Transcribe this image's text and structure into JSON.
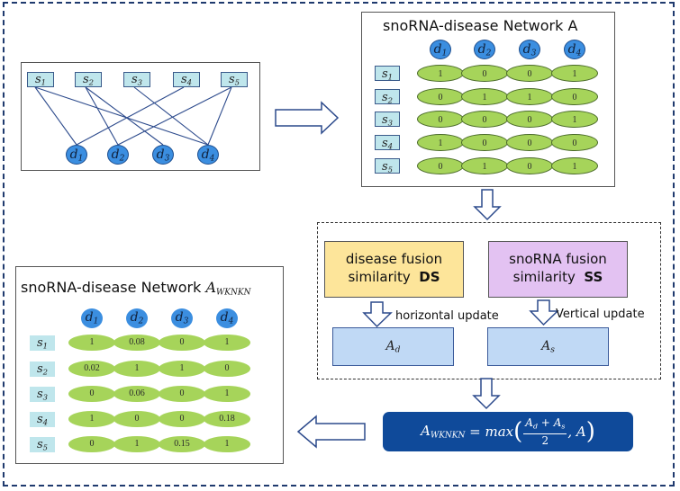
{
  "bipartite_graph": {
    "snornas": [
      {
        "base": "s",
        "sub": "1"
      },
      {
        "base": "s",
        "sub": "2"
      },
      {
        "base": "s",
        "sub": "3"
      },
      {
        "base": "s",
        "sub": "4"
      },
      {
        "base": "s",
        "sub": "5"
      }
    ],
    "diseases": [
      {
        "base": "d",
        "sub": "1"
      },
      {
        "base": "d",
        "sub": "2"
      },
      {
        "base": "d",
        "sub": "3"
      },
      {
        "base": "d",
        "sub": "4"
      }
    ],
    "edges": [
      [
        0,
        0
      ],
      [
        0,
        3
      ],
      [
        1,
        1
      ],
      [
        1,
        2
      ],
      [
        2,
        3
      ],
      [
        3,
        0
      ],
      [
        4,
        1
      ],
      [
        4,
        3
      ]
    ]
  },
  "network_a": {
    "title": "snoRNA-disease Network A",
    "col_headers": [
      {
        "base": "d",
        "sub": "1"
      },
      {
        "base": "d",
        "sub": "2"
      },
      {
        "base": "d",
        "sub": "3"
      },
      {
        "base": "d",
        "sub": "4"
      }
    ],
    "row_headers": [
      {
        "base": "s",
        "sub": "1"
      },
      {
        "base": "s",
        "sub": "2"
      },
      {
        "base": "s",
        "sub": "3"
      },
      {
        "base": "s",
        "sub": "4"
      },
      {
        "base": "s",
        "sub": "5"
      }
    ],
    "matrix": [
      [
        "1",
        "0",
        "0",
        "1"
      ],
      [
        "0",
        "1",
        "1",
        "0"
      ],
      [
        "0",
        "0",
        "0",
        "1"
      ],
      [
        "1",
        "0",
        "0",
        "0"
      ],
      [
        "0",
        "1",
        "0",
        "1"
      ]
    ]
  },
  "fusion": {
    "disease_line1": "disease fusion",
    "disease_line2": "similarity",
    "disease_bold": "DS",
    "snorna_line1": "snoRNA fusion",
    "snorna_line2": "similarity",
    "snorna_bold": "SS",
    "horizontal_label": "horizontal update",
    "vertical_label": "Vertical update",
    "ad_base": "A",
    "ad_sub": "d",
    "as_base": "A",
    "as_sub": "s"
  },
  "formula": {
    "lhs_base": "A",
    "lhs_sub": "WKNKN",
    "eq": "= max",
    "num": "A_d + A_s",
    "num_a": "A",
    "num_a_sub": "d",
    "plus": "+",
    "num_b": "A",
    "num_b_sub": "s",
    "den": "2",
    "tail": ", A"
  },
  "network_wknkn": {
    "title": "snoRNA-disease Network ",
    "title_math_base": "A",
    "title_math_sub": "WKNKN",
    "col_headers": [
      {
        "base": "d",
        "sub": "1"
      },
      {
        "base": "d",
        "sub": "2"
      },
      {
        "base": "d",
        "sub": "3"
      },
      {
        "base": "d",
        "sub": "4"
      }
    ],
    "row_headers": [
      {
        "base": "s",
        "sub": "1"
      },
      {
        "base": "s",
        "sub": "2"
      },
      {
        "base": "s",
        "sub": "3"
      },
      {
        "base": "s",
        "sub": "4"
      },
      {
        "base": "s",
        "sub": "5"
      }
    ],
    "matrix": [
      [
        "1",
        "0.08",
        "0",
        "1"
      ],
      [
        "0.02",
        "1",
        "1",
        "0"
      ],
      [
        "0",
        "0.06",
        "0",
        "1"
      ],
      [
        "1",
        "0",
        "0",
        "0.18"
      ],
      [
        "0",
        "1",
        "0.15",
        "1"
      ]
    ]
  },
  "colors": {
    "outer_border": "#1f3a6e",
    "snorna_box": "#bfe6ec",
    "disease_circle": "#3b8ee0",
    "matrix_ellipse": "#a6d45a",
    "ds_box": "#fde59a",
    "ss_box": "#e3c2f2",
    "update_box": "#c0d9f5",
    "formula_box": "#0f4a9a"
  }
}
